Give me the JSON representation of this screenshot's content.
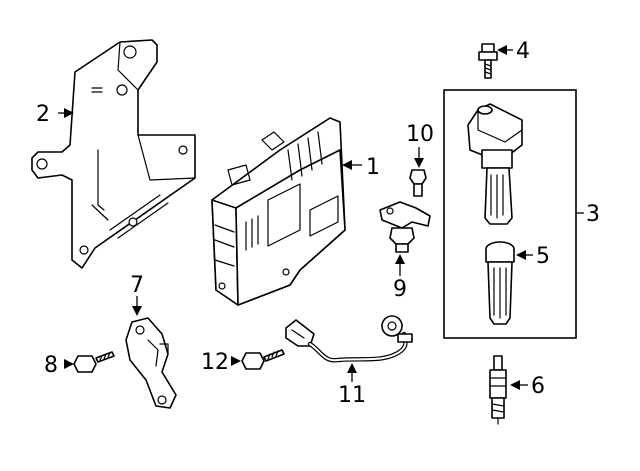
{
  "callouts": {
    "c1": "1",
    "c2": "2",
    "c3": "3",
    "c4": "4",
    "c5": "5",
    "c6": "6",
    "c7": "7",
    "c8": "8",
    "c9": "9",
    "c10": "10",
    "c11": "11",
    "c12": "12"
  },
  "parts": {
    "c1": "engine-control-module",
    "c2": "mounting-bracket",
    "c3": "ignition-coil-kit",
    "c4": "coil-bolt",
    "c5": "coil-boot",
    "c6": "spark-plug",
    "c7": "camshaft-position-sensor",
    "c8": "sensor-bolt",
    "c9": "crankshaft-position-sensor",
    "c10": "sensor-bolt",
    "c11": "knock-sensor",
    "c12": "knock-sensor-bolt"
  },
  "colors": {
    "line": "#000000",
    "background": "#ffffff"
  }
}
